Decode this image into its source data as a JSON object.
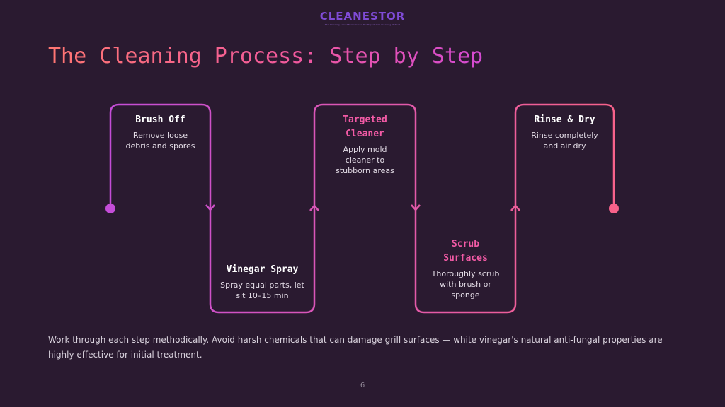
{
  "brand": {
    "logo_text": "CLEANESTOR",
    "tagline": "The Cleaning Secret Formula and the Expert Grill Cleaning Method"
  },
  "title": "The Cleaning Process: Step by Step",
  "steps": [
    {
      "title": "Brush Off",
      "description": "Remove loose debris and spores",
      "position": "top",
      "title_color": "#ffffff"
    },
    {
      "title": "Vinegar Spray",
      "description": "Spray equal parts, let sit 10–15 min",
      "position": "bottom",
      "title_color": "#ffffff"
    },
    {
      "title": "Targeted Cleaner",
      "description": "Apply mold cleaner to stubborn areas",
      "position": "top",
      "title_color": "#f25aa5"
    },
    {
      "title": "Scrub Surfaces",
      "description": "Thoroughly scrub with brush or sponge",
      "position": "bottom",
      "title_color": "#f25aa5"
    },
    {
      "title": "Rinse & Dry",
      "description": "Rinse completely and air dry",
      "position": "top",
      "title_color": "#ffffff"
    }
  ],
  "colors": {
    "background": "#2a1a30",
    "gradient_start": "#c44dd8",
    "gradient_end": "#f8628a",
    "title_gradient_start": "#ff7672",
    "title_gradient_end": "#d44ad3",
    "accent_title": "#f25aa5"
  },
  "summary": "Work through each step methodically. Avoid harsh chemicals that can damage grill surfaces — white vinegar's natural anti-fungal properties are highly effective for initial treatment.",
  "page_number": "6"
}
